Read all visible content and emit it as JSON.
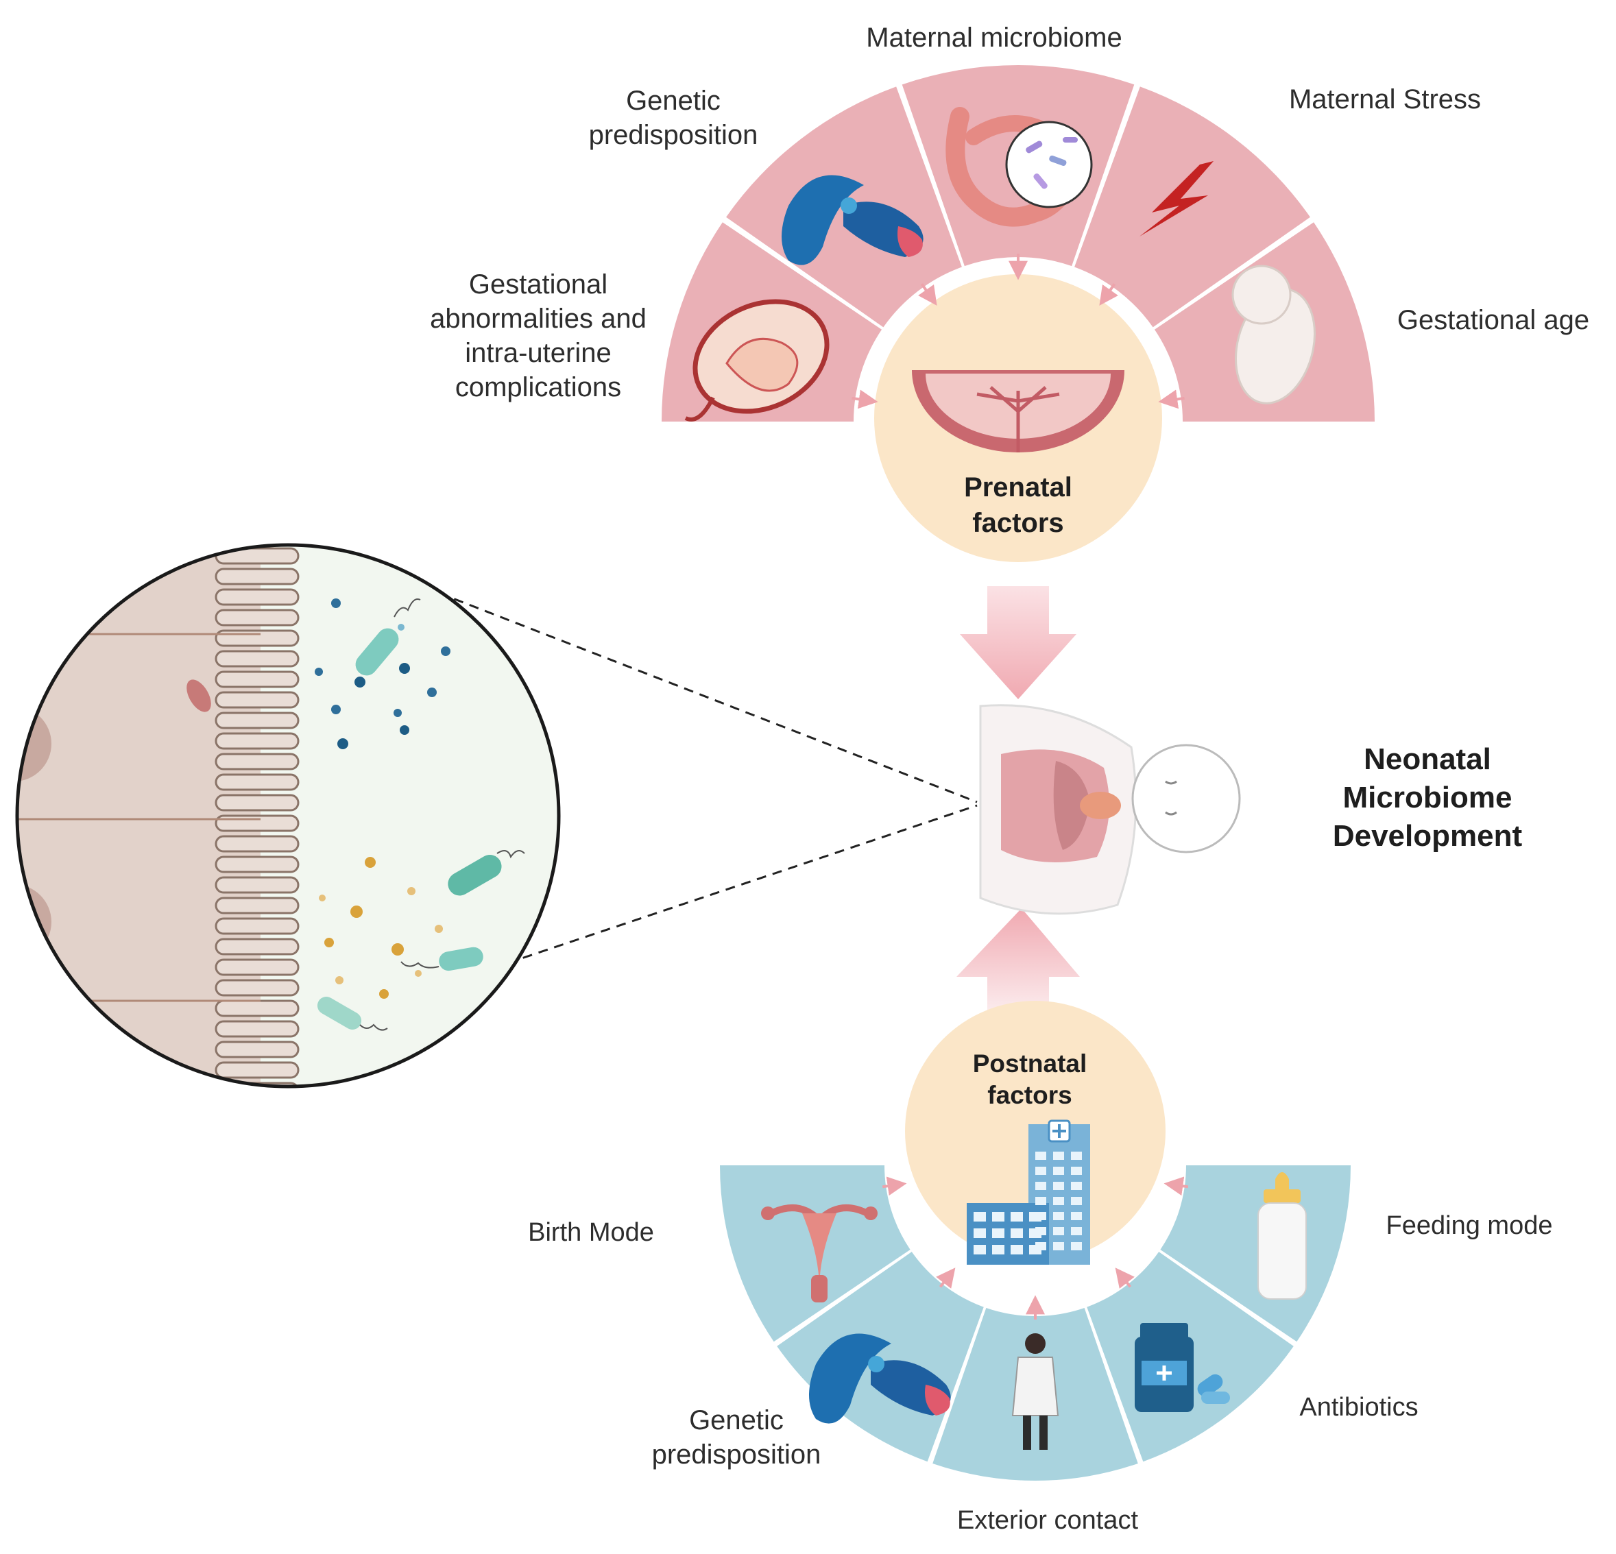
{
  "prenatal": {
    "center_line1": "Prenatal",
    "center_line2": "factors",
    "factors": {
      "gestational_abnormalities": [
        "Gestational",
        "abnormalities and",
        "intra-uterine",
        "complications"
      ],
      "genetic": [
        "Genetic",
        "predisposition"
      ],
      "maternal_microbiome": "Maternal microbiome",
      "maternal_stress": "Maternal Stress",
      "gestational_age": "Gestational age"
    }
  },
  "neonatal": {
    "line1": "Neonatal",
    "line2": "Microbiome",
    "line3": "Development"
  },
  "postnatal": {
    "center_line1": "Postnatal",
    "center_line2": "factors",
    "factors": {
      "birth_mode": "Birth Mode",
      "genetic": [
        "Genetic",
        "predisposition"
      ],
      "exterior_contact": "Exterior contact",
      "antibiotics": "Antibiotics",
      "feeding_mode": "Feeding mode"
    }
  },
  "colors": {
    "prenatal_segment": "#eab0b6",
    "postnatal_segment": "#a9d3de",
    "center_circle": "#fbe6c8",
    "arrow": "#f2b8bf",
    "lumen": "#f2f7f0",
    "tissue": "#e2d2ca"
  }
}
